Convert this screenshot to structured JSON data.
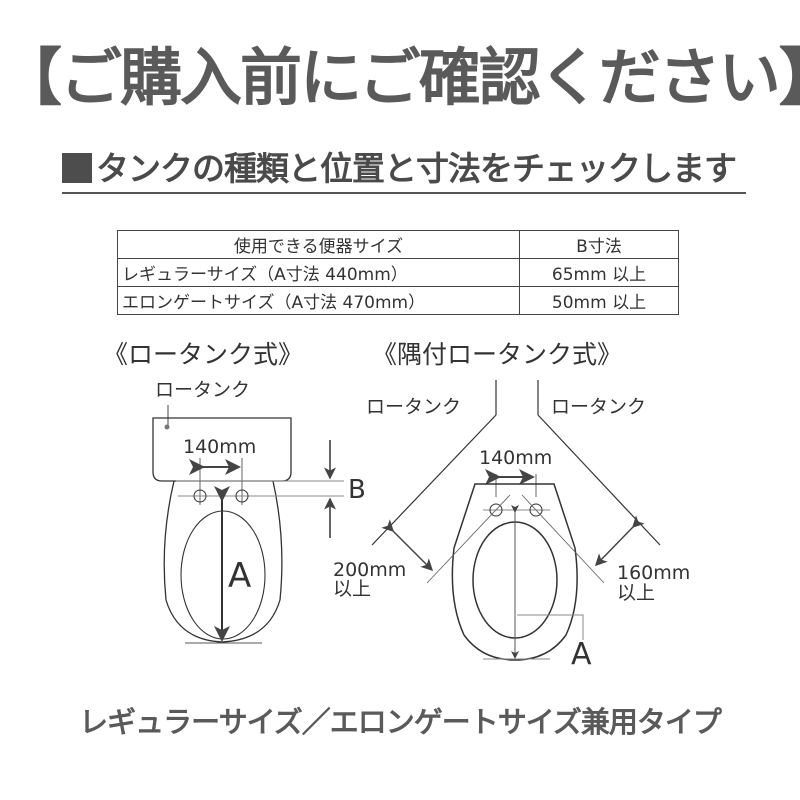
{
  "header": {
    "title": "【ご購入前にご確認ください】",
    "subtitle": "タンクの種類と位置と寸法をチェックします",
    "subtitle_marker_icon": "square-bullet-icon"
  },
  "table": {
    "columns": [
      "使用できる便器サイズ",
      "B寸法"
    ],
    "rows": [
      [
        "レギュラーサイズ（A寸法 440mm）",
        "65mm 以上"
      ],
      [
        "エロンゲートサイズ（A寸法 470mm）",
        "50mm 以上"
      ]
    ]
  },
  "diagrams": {
    "low_tank": {
      "title": "《ロータンク式》",
      "tank_label": "ロータンク",
      "hole_spacing": "140mm",
      "b_label": "B",
      "a_label": "A"
    },
    "corner_low_tank": {
      "title": "《隅付ロータンク式》",
      "tank_label_left": "ロータンク",
      "tank_label_right": "ロータンク",
      "hole_spacing": "140mm",
      "left_clearance": "200mm",
      "left_clearance_suffix": "以上",
      "right_clearance": "160mm",
      "right_clearance_suffix": "以上",
      "a_label": "A"
    }
  },
  "footer": {
    "text": "レギュラーサイズ／エロンゲートサイズ兼用タイプ"
  },
  "colors": {
    "title": "#5a5a5a",
    "line": "#333333",
    "thin_line": "#888888",
    "background": "#ffffff"
  }
}
